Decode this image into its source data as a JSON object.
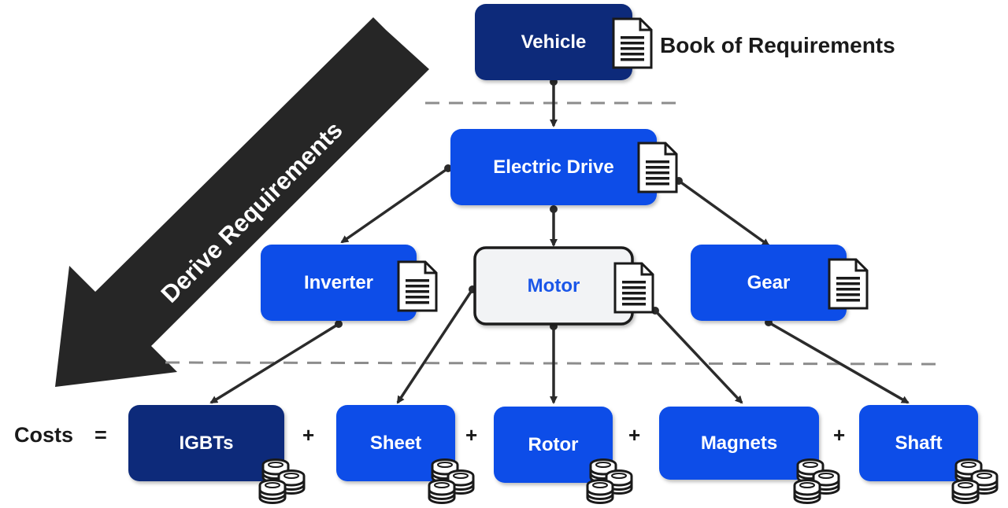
{
  "colors": {
    "dark_blue": "#0b2b7a",
    "bright_blue": "#0a4ee8",
    "motor_fill": "#f2f3f5",
    "motor_text": "#1a56e8",
    "arrow_band": "#262626",
    "line": "#2b2b2b",
    "dashed": "#8c8c8c"
  },
  "diagram": {
    "book_label": "Book of Requirements",
    "derive_label": "Derive Requirements",
    "costs_label": "Costs",
    "equals": "=",
    "plus": "+",
    "nodes": {
      "vehicle": "Vehicle",
      "electric_drive": "Electric Drive",
      "inverter": "Inverter",
      "motor": "Motor",
      "gear": "Gear",
      "igbts": "IGBTs",
      "sheet": "Sheet",
      "rotor": "Rotor",
      "magnets": "Magnets",
      "shaft": "Shaft"
    },
    "icons": {
      "document": "document-icon",
      "coins": "coins-icon"
    }
  }
}
